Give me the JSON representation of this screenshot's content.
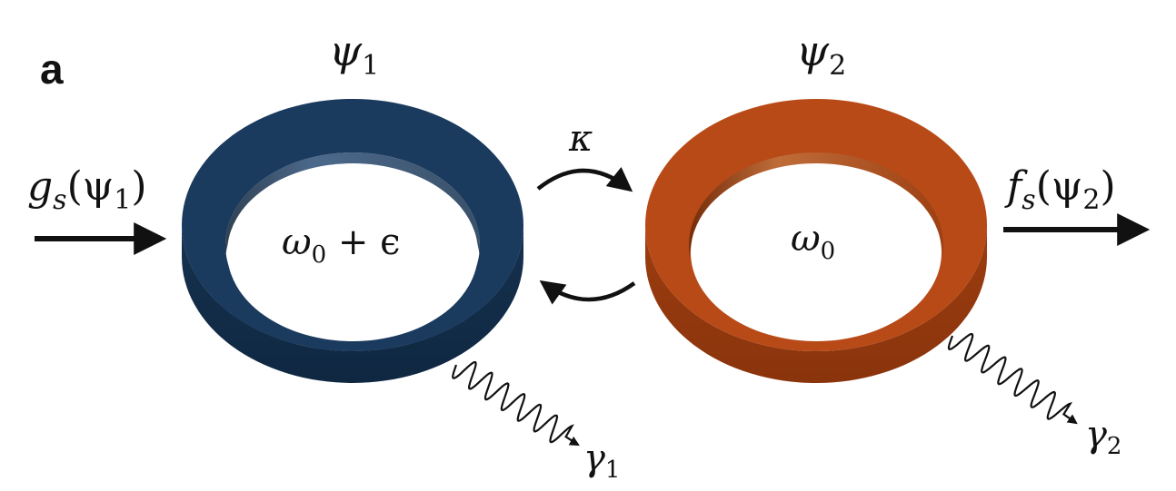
{
  "panel_label": "a",
  "ring_left": {
    "mode_symbol": "ψ",
    "mode_index": "1",
    "frequency_main": "ω",
    "frequency_index": "0",
    "frequency_tail": " + ϵ",
    "color": "#1a3a5e"
  },
  "ring_right": {
    "mode_symbol": "ψ",
    "mode_index": "2",
    "frequency_main": "ω",
    "frequency_index": "0",
    "color": "#b84a17"
  },
  "coupling": {
    "symbol": "κ"
  },
  "input": {
    "func": "g",
    "func_index": "s",
    "arg_open": "(ψ",
    "arg_index": "1",
    "arg_close": ")"
  },
  "output": {
    "func": "f",
    "func_index": "s",
    "arg_open": "(ψ",
    "arg_index": "2",
    "arg_close": ")"
  },
  "loss_left": {
    "symbol": "γ",
    "index": "1"
  },
  "loss_right": {
    "symbol": "γ",
    "index": "2"
  }
}
